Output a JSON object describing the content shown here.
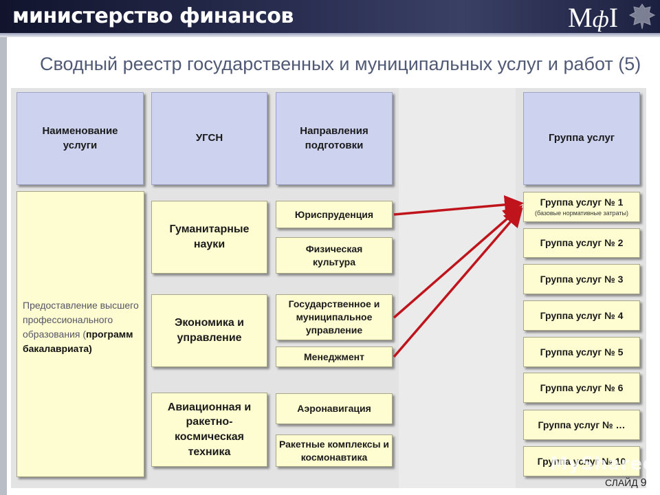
{
  "header": {
    "title": "министерство финансов",
    "logo_main": "М",
    "logo_f": "ф",
    "logo_bar": "I"
  },
  "slide": {
    "title": "Сводный реестр государственных и муниципальных услуг и работ (5)",
    "number_label": "СЛАЙД",
    "number": "9"
  },
  "columns": {
    "service_name": "Наименование услуги",
    "ugsn": "УГСН",
    "directions": "Направления подготовки",
    "group": "Группа услуг"
  },
  "service": {
    "text": "Предоставление высшего профессионального образования (",
    "bold": "программ бакалавриата",
    "close": ")"
  },
  "ugsn_items": [
    "Гуманитарные науки",
    "Экономика и управление",
    "Авиационная и ракетно-космическая техника"
  ],
  "directions_items": [
    "Юриспруденция",
    "Физическая культура",
    "Государственное и муниципальное управление",
    "Менеджмент",
    "Аэронавигация",
    "Ракетные комплексы и космонавтика"
  ],
  "groups": [
    {
      "label": "Группа услуг № 1",
      "sub": "(базовые нормативные затраты)"
    },
    {
      "label": "Группа услуг № 2"
    },
    {
      "label": "Группа услуг № 3"
    },
    {
      "label": "Группа услуг № 4"
    },
    {
      "label": "Группа услуг № 5"
    },
    {
      "label": "Группа услуг № 6"
    },
    {
      "label": "Группа услуг № …"
    },
    {
      "label": "Группа услуг № 10"
    }
  ],
  "watermark": "MyShared",
  "colors": {
    "header_bg": "#cdd3ef",
    "cell_bg": "#fefcd1",
    "arrow": "#c0141c",
    "title": "#505a76"
  }
}
